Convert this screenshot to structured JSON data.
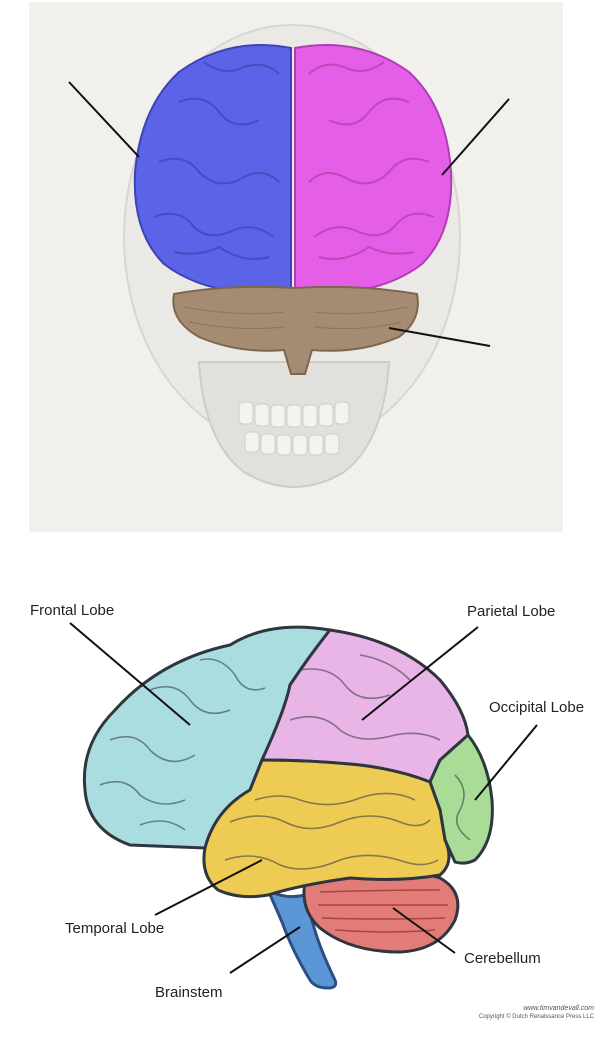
{
  "labels": {
    "frontal_lobe": "Frontal Lobe",
    "parietal_lobe": "Parietal Lobe",
    "occipital_lobe": "Occipital Lobe",
    "temporal_lobe": "Temporal Lobe",
    "cerebellum": "Cerebellum",
    "brainstem": "Brainstem"
  },
  "credit": {
    "url": "www.timvandevall.com",
    "copyright": "Copyright © Dutch Renaissance Press LLC"
  },
  "colors": {
    "front_left_hemisphere": "#5b63e6",
    "front_right_hemisphere": "#e55ee8",
    "front_cerebellum": "#a48b72",
    "frontal": "#a9dde0",
    "parietal": "#e8b5e6",
    "occipital": "#a8dc97",
    "temporal": "#eecc54",
    "cerebellum": "#e27c78",
    "brainstem": "#5b97d6"
  }
}
